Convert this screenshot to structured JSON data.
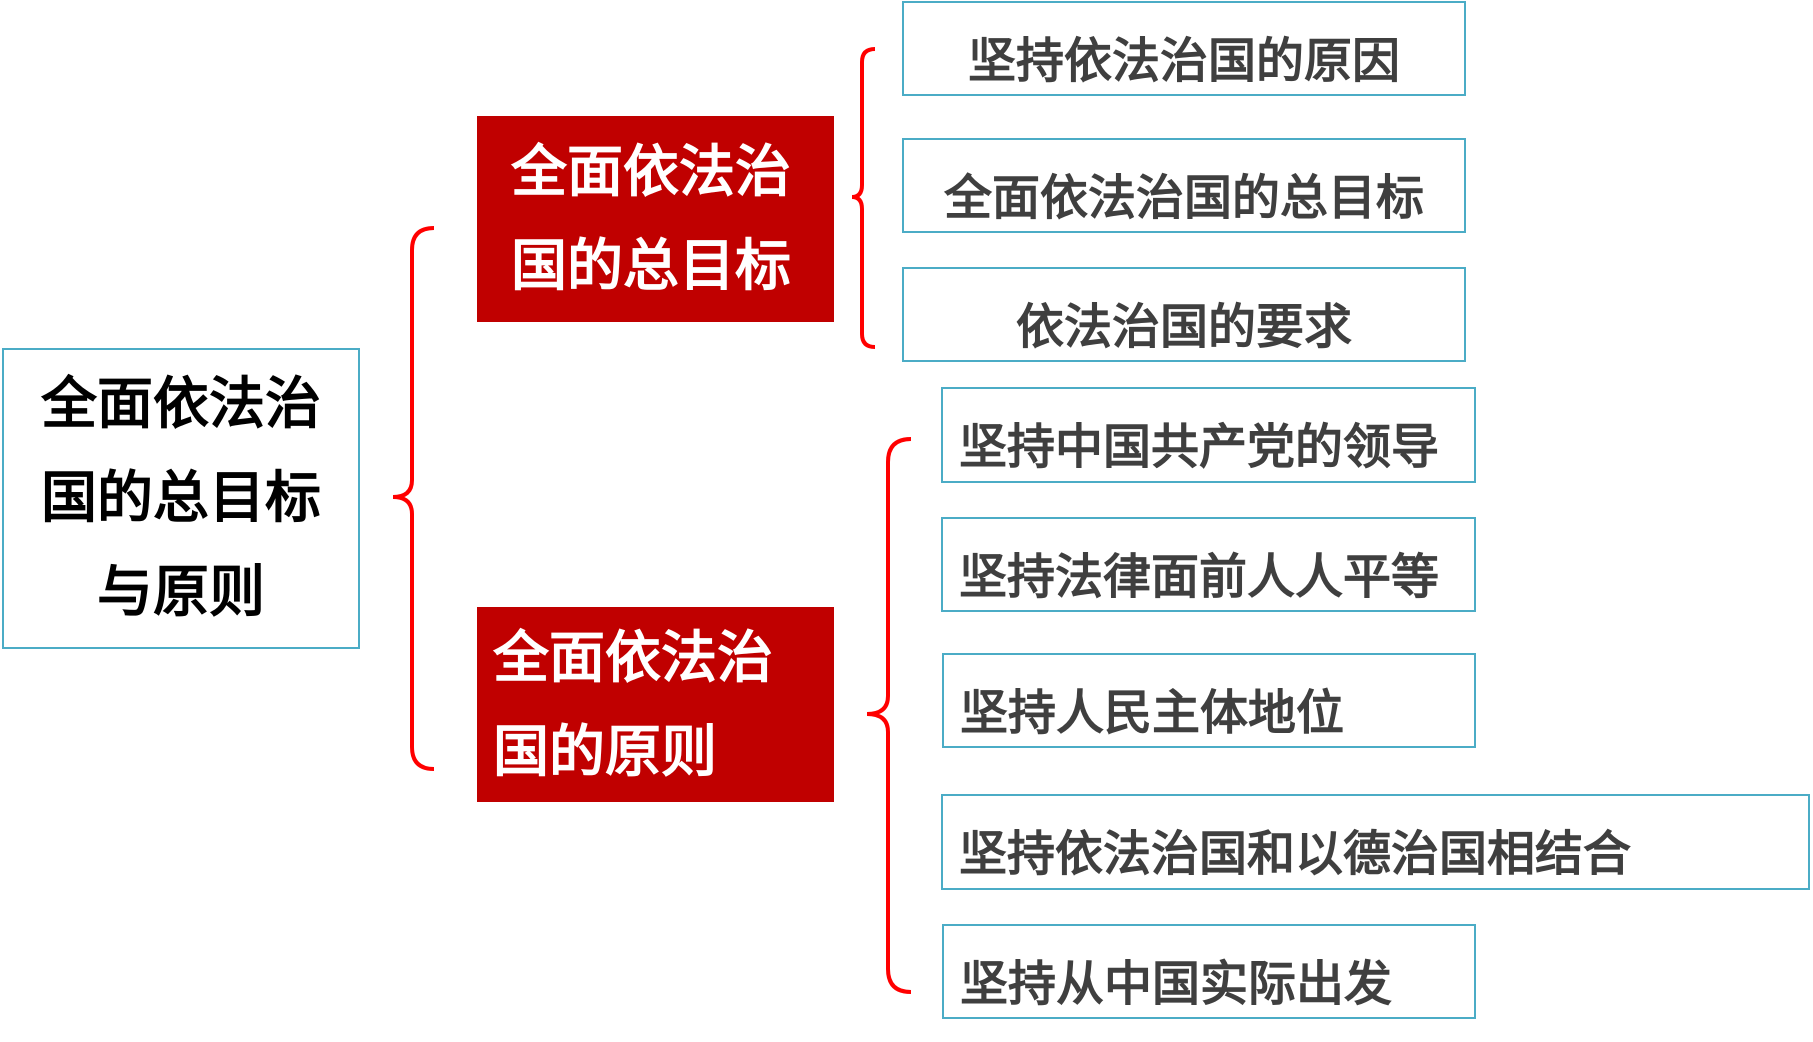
{
  "root": {
    "lines": [
      "全面依法治",
      "国的总目标",
      "与原则"
    ]
  },
  "goal_node": {
    "lines": [
      "全面依法治",
      "国的总目标"
    ]
  },
  "principle_node": {
    "lines": [
      "全面依法治",
      "国的原则"
    ]
  },
  "goal_items": [
    "坚持依法治国的原因",
    "全面依法治国的总目标",
    "依法治国的要求"
  ],
  "principle_items": [
    "坚持中国共产党的领导",
    "坚持法律面前人人平等",
    "坚持人民主体地位",
    "坚持依法治国和以德治国相结合",
    "坚持从中国实际出发"
  ],
  "colors": {
    "red": "#c00000",
    "brace": "#ff0000",
    "border": "#4bacc6"
  }
}
